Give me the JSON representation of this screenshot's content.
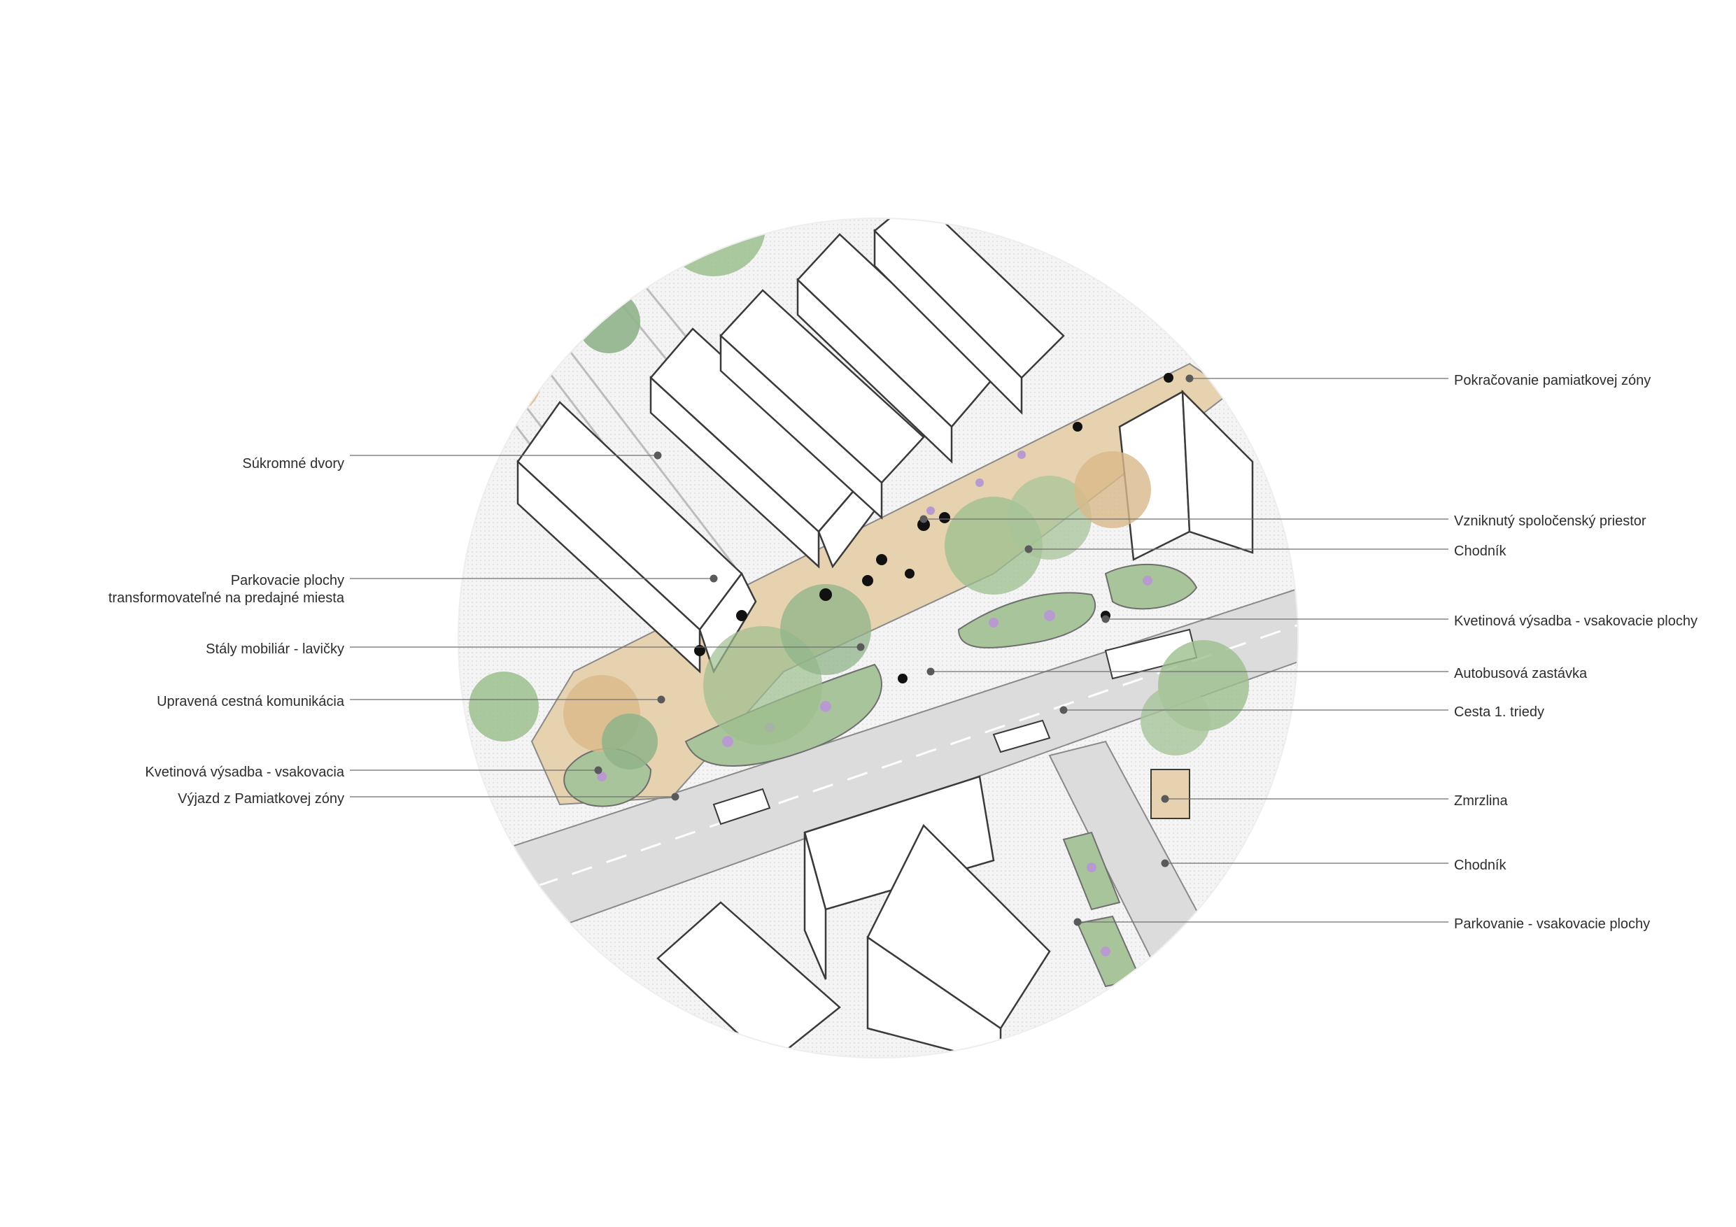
{
  "colors": {
    "ink": "#2d2d2d",
    "leader": "#6f6f6f",
    "paving": "#e6d2ae",
    "road": "#dcdcdc",
    "planting": "#a8c49a",
    "tree_green": "#9cbf8e",
    "tree_ochre": "#d9b98a",
    "flowers": "#b99ad0",
    "roof": "#ffffff",
    "outline": "#3a3a3a"
  },
  "labels_left": [
    {
      "id": "sukromne-dvory",
      "lines": [
        "Súkromné dvory"
      ]
    },
    {
      "id": "parkovacie-plochy",
      "lines": [
        "Parkovacie plochy",
        "transformovateľné na predajné miesta"
      ]
    },
    {
      "id": "staly-mobiliar",
      "lines": [
        "Stály mobiliár - lavičky"
      ]
    },
    {
      "id": "upravena-komunikacia",
      "lines": [
        "Upravená cestná komunikácia"
      ]
    },
    {
      "id": "kvetinova-vysadba-left",
      "lines": [
        "Kvetinová výsadba - vsakovacia"
      ]
    },
    {
      "id": "vyjazd",
      "lines": [
        "Výjazd z Pamiatkovej zóny"
      ]
    }
  ],
  "labels_right": [
    {
      "id": "pokracovanie",
      "lines": [
        "Pokračovanie pamiatkovej zóny"
      ]
    },
    {
      "id": "spolocensky-priestor",
      "lines": [
        "Vzniknutý spoločenský priestor"
      ]
    },
    {
      "id": "chodnik-upper",
      "lines": [
        "Chodník"
      ]
    },
    {
      "id": "kvetinova-vysadba-right",
      "lines": [
        "Kvetinová výsadba - vsakovacie plochy"
      ]
    },
    {
      "id": "autobusova-zastavka",
      "lines": [
        "Autobusová zastávka"
      ]
    },
    {
      "id": "cesta",
      "lines": [
        "Cesta 1. triedy"
      ]
    },
    {
      "id": "zmrzlina",
      "lines": [
        "Zmrzlina"
      ]
    },
    {
      "id": "chodnik-lower",
      "lines": [
        "Chodník"
      ]
    },
    {
      "id": "parkovanie",
      "lines": [
        "Parkovanie - vsakovacie plochy"
      ]
    }
  ]
}
